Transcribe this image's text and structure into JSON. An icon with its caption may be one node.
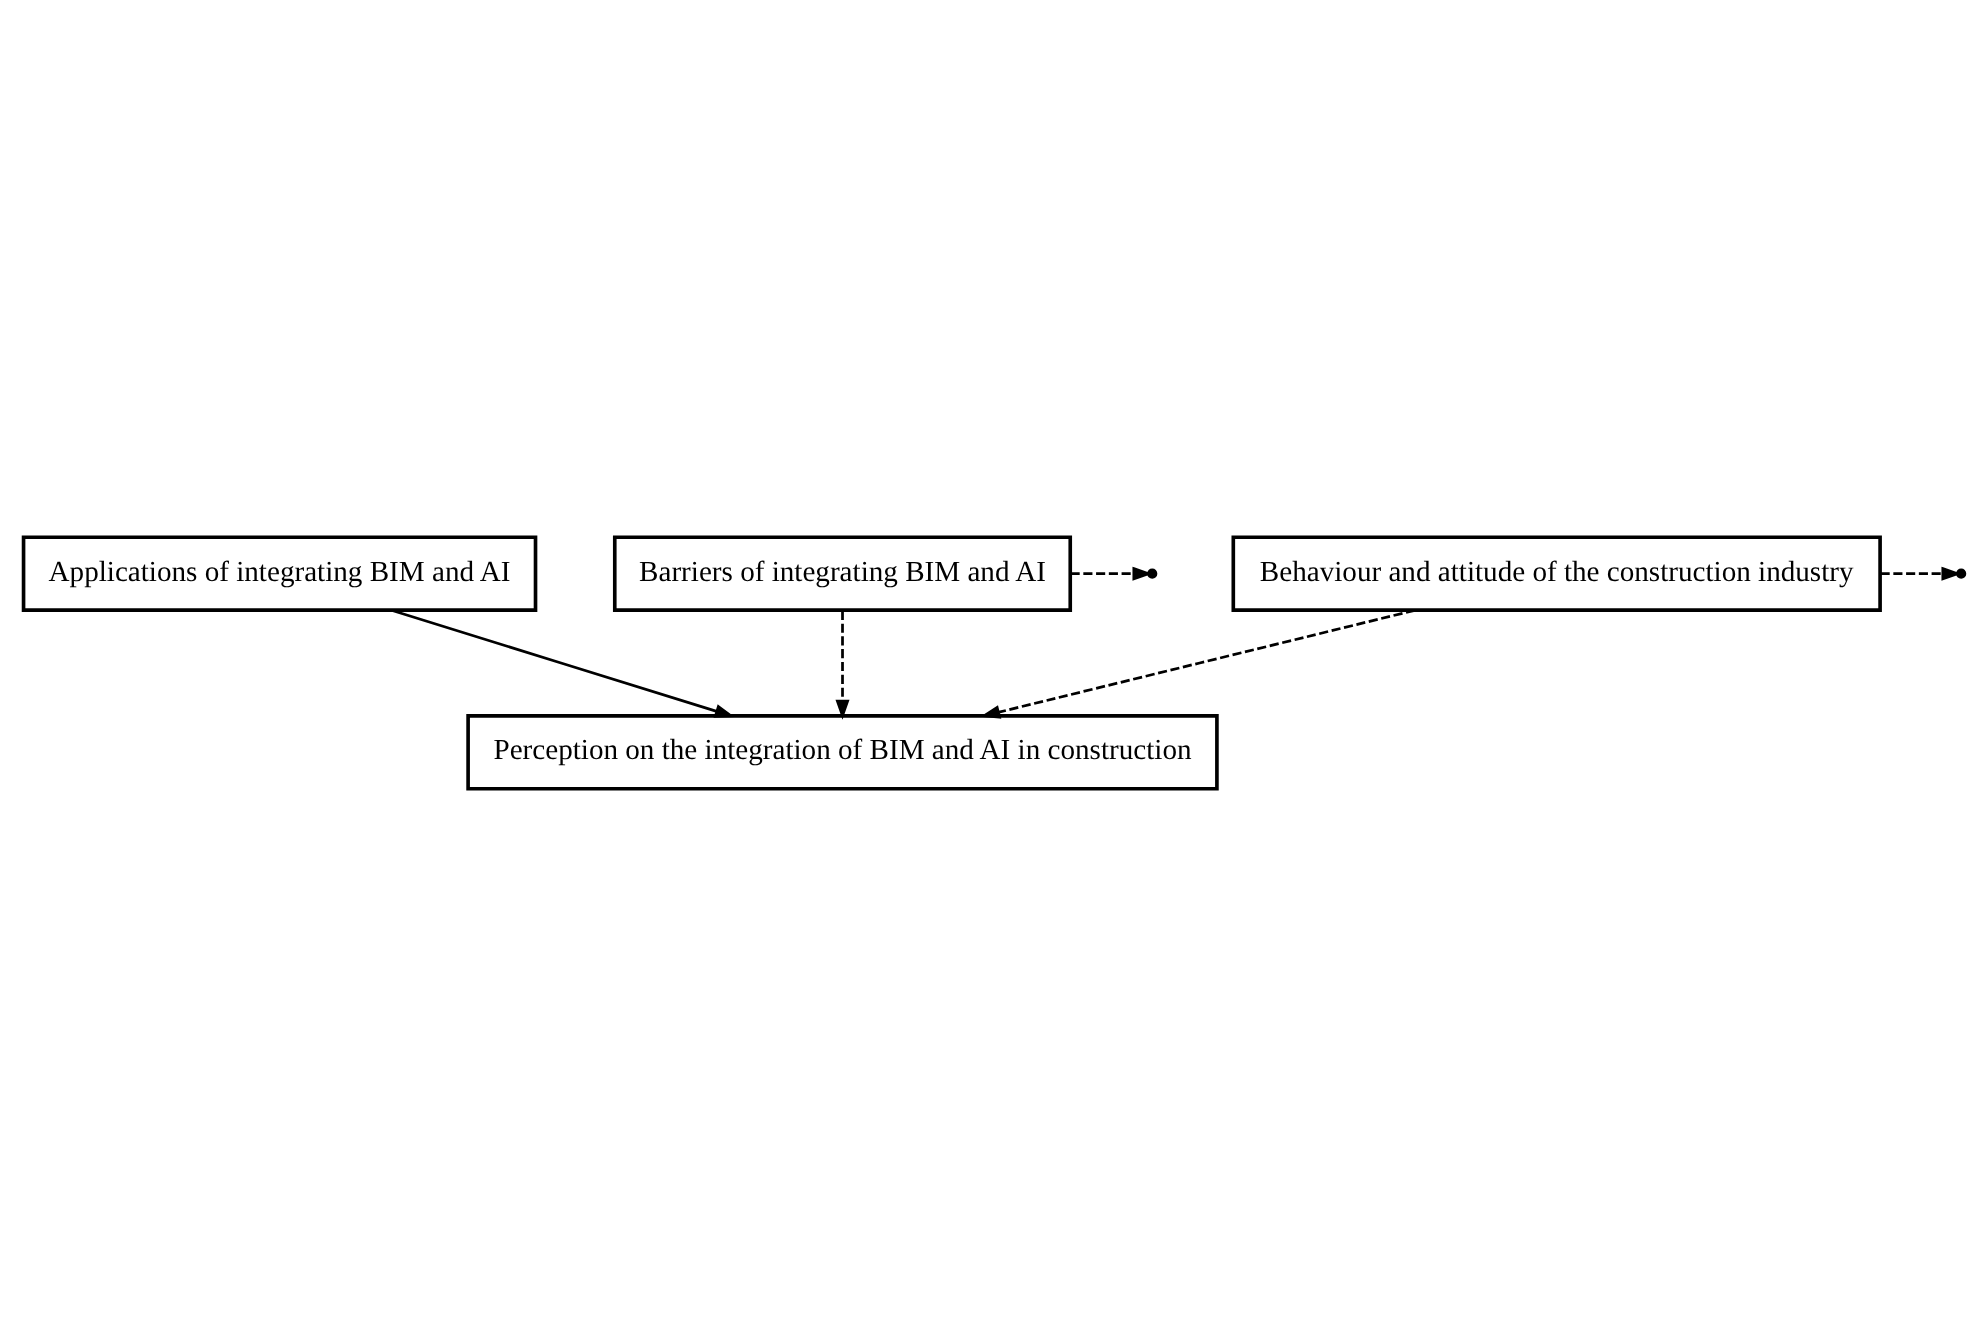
{
  "diagram": {
    "nodes": [
      {
        "text": [
          "Applications of integrating BIM and AI"
        ]
      },
      {
        "text": [
          "Barriers of integrating BIM and AI"
        ]
      },
      {
        "text": [
          "Behaviour and attitude of the construction industry"
        ]
      },
      {
        "text": [
          "Perception on the integration of BIM and AI in construction"
        ]
      }
    ],
    "edges": [
      {
        "from": 0,
        "to": 3,
        "arrow": "to"
      },
      {
        "from": 1,
        "to": null,
        "arrow": "to",
        "style": "dashed"
      },
      {
        "from": 2,
        "to": null,
        "arrow": "to",
        "style": "dashed"
      },
      {
        "from": 1,
        "to": 3,
        "arrow": "to",
        "style": "dashed"
      },
      {
        "from": 2,
        "to": 3,
        "arrow": "to",
        "style": "dashed"
      }
    ]
  }
}
